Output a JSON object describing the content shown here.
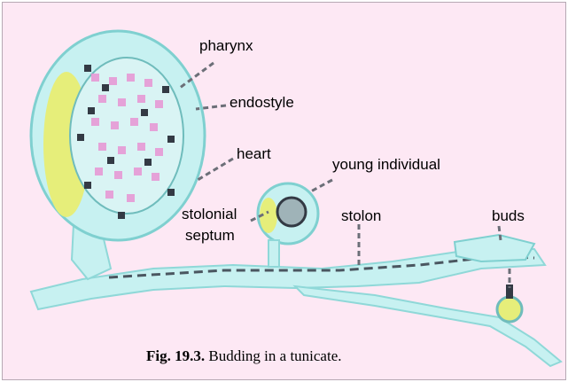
{
  "figure": {
    "background_color": "#fde8f4",
    "tunicate_cyan": "#bfeeee",
    "accent_yellow": "#e6ee7a",
    "pixel_dark": "#333a44",
    "pixel_pink": "#ee9ad8",
    "labels": {
      "pharynx": "pharynx",
      "endostyle": "endostyle",
      "heart": "heart",
      "young_individual": "young individual",
      "stolonial_line1": "stolonial",
      "stolonial_line2": "septum",
      "stolon": "stolon",
      "buds": "buds"
    },
    "caption": {
      "number": "Fig. 19.3.",
      "text": "Budding in a tunicate."
    }
  }
}
